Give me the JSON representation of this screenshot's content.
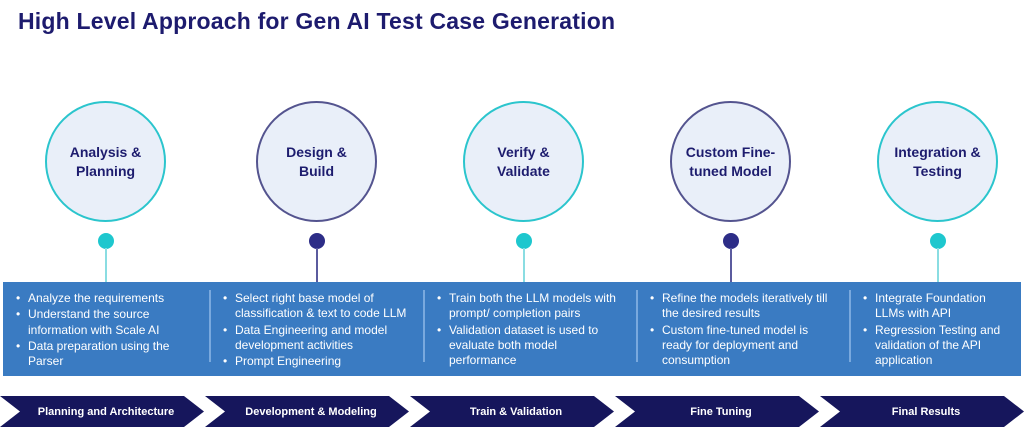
{
  "title": "High Level Approach for Gen AI Test Case Generation",
  "colors": {
    "title_text": "#1d1b6e",
    "bar_background": "#3a7bc2",
    "bar_divider": "#79a9de",
    "banner_background": "#16165c",
    "circle_fill": "#e9eff9",
    "accent_teal": "#1ec7ce",
    "accent_navy": "#2d2d87"
  },
  "stages": [
    {
      "label": "Analysis & Planning",
      "accent": "teal",
      "bullets": [
        "Analyze the requirements",
        "Understand the source information with Scale AI",
        "Data preparation using the Parser"
      ],
      "banner": "Planning and Architecture"
    },
    {
      "label": "Design & Build",
      "accent": "navy",
      "bullets": [
        "Select right base model of classification & text to code LLM",
        "Data Engineering and model development activities",
        "Prompt Engineering"
      ],
      "banner": "Development & Modeling"
    },
    {
      "label": "Verify & Validate",
      "accent": "teal",
      "bullets": [
        "Train both the LLM models with prompt/ completion pairs",
        "Validation dataset is used to evaluate both model performance"
      ],
      "banner": "Train & Validation"
    },
    {
      "label": "Custom Fine-tuned Model",
      "accent": "navy",
      "bullets": [
        "Refine the models iteratively till the desired results",
        "Custom fine-tuned model is ready for deployment and consumption"
      ],
      "banner": "Fine Tuning"
    },
    {
      "label": "Integration & Testing",
      "accent": "teal",
      "bullets": [
        "Integrate Foundation LLMs with API",
        "Regression Testing and validation of the API application"
      ],
      "banner": "Final Results"
    }
  ]
}
